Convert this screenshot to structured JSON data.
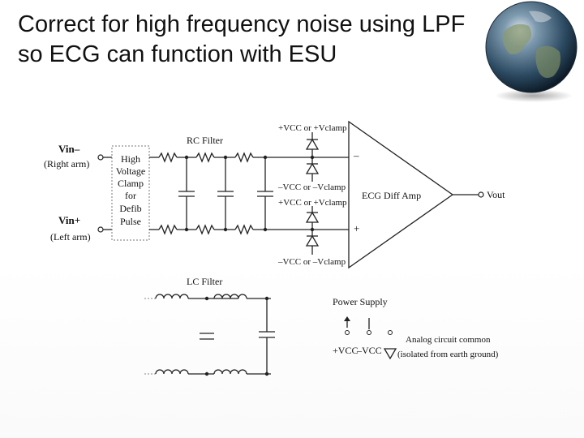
{
  "slide": {
    "title": "Correct for high frequency noise using LPF so ECG can function with ESU"
  },
  "diagram": {
    "vin_minus": "Vin–",
    "right_arm": "(Right arm)",
    "vin_plus": "Vin+",
    "left_arm": "(Left arm)",
    "clamp_lines": [
      "High",
      "Voltage",
      "Clamp",
      "for",
      "Defib",
      "Pulse"
    ],
    "rc_filter": "RC Filter",
    "top_supply": "+VCC or +Vclamp",
    "mid_neg_supply": "–VCC or –Vclamp",
    "mid_pos_supply": "+VCC or +Vclamp",
    "bottom_supply": "–VCC or –Vclamp",
    "amp_label": "ECG Diff Amp",
    "minus_sign": "–",
    "plus_sign": "+",
    "vout": "Vout",
    "lc_filter": "LC Filter",
    "power_supply": "Power Supply",
    "pos_vcc": "+VCC",
    "neg_vcc": "–VCC",
    "analog_common_1": "Analog circuit common",
    "analog_common_2": "(isolated from earth ground)"
  },
  "colors": {
    "ink": "#222222",
    "globe_ocean": "#2f5a78",
    "globe_land": "#7e8f6a"
  }
}
